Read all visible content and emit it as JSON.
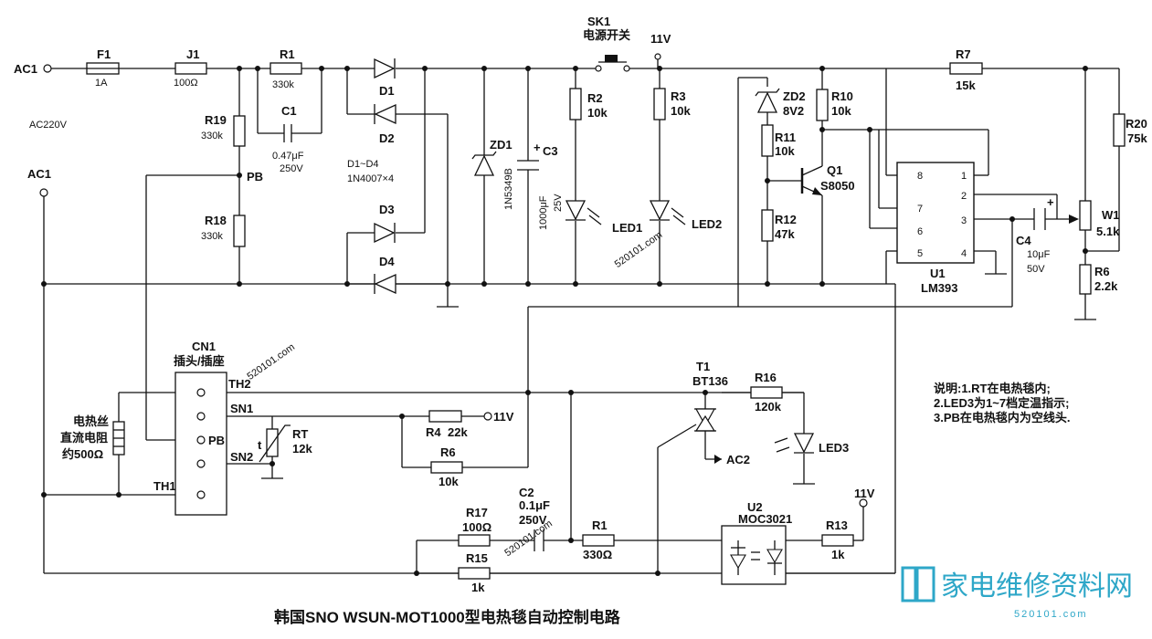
{
  "title": "韩国SNO WSUN-MOT1000型电热毯自动控制电路",
  "supply": {
    "ac1_top": "AC1",
    "ac1_bottom": "AC1",
    "ac_voltage": "AC220V",
    "switch_ref": "SK1",
    "switch_name": "电源开关",
    "v11_top": "11V",
    "v11_mid": "11V",
    "v11_bottom": "11V",
    "ac2": "AC2"
  },
  "parts": {
    "F1": {
      "ref": "F1",
      "value": "1A"
    },
    "J1": {
      "ref": "J1",
      "value": "100Ω"
    },
    "R1": {
      "ref": "R1",
      "value": "330k"
    },
    "C1": {
      "ref": "C1",
      "value1": "0.47μF",
      "value2": "250V"
    },
    "R19": {
      "ref": "R19",
      "value": "330k"
    },
    "PB": {
      "ref": "PB"
    },
    "R18": {
      "ref": "R18",
      "value": "330k"
    },
    "D1": {
      "ref": "D1"
    },
    "D2": {
      "ref": "D2"
    },
    "D3": {
      "ref": "D3"
    },
    "D4": {
      "ref": "D4"
    },
    "Dnote": {
      "line1": "D1~D4",
      "line2": "1N4007×4"
    },
    "ZD1": {
      "ref": "ZD1",
      "value": "1N5349B"
    },
    "C3": {
      "ref": "C3",
      "value1": "1000μF",
      "value2": "25V"
    },
    "R2": {
      "ref": "R2",
      "value": "10k"
    },
    "LED1": {
      "ref": "LED1"
    },
    "R3": {
      "ref": "R3",
      "value": "10k"
    },
    "LED2": {
      "ref": "LED2"
    },
    "ZD2": {
      "ref": "ZD2",
      "value": "8V2"
    },
    "R11": {
      "ref": "R11",
      "value": "10k"
    },
    "R12": {
      "ref": "R12",
      "value": "47k"
    },
    "R10": {
      "ref": "R10",
      "value": "10k"
    },
    "Q1": {
      "ref": "Q1",
      "value": "S8050"
    },
    "R7": {
      "ref": "R7",
      "value": "15k"
    },
    "R20": {
      "ref": "R20",
      "value": "75k"
    },
    "W1": {
      "ref": "W1",
      "value": "5.1k"
    },
    "R6a": {
      "ref": "R6",
      "value": "2.2k"
    },
    "C4": {
      "ref": "C4",
      "value1": "10μF",
      "value2": "50V"
    },
    "U1": {
      "ref": "U1",
      "value": "LM393",
      "pins": [
        "8",
        "1",
        "2",
        "3",
        "7",
        "6",
        "5",
        "4"
      ]
    },
    "CN1": {
      "ref": "CN1",
      "name": "插头/插座",
      "pins": [
        "TH2",
        "SN1",
        "PB",
        "SN2",
        "TH1"
      ]
    },
    "heater": {
      "line1": "电热丝",
      "line2": "直流电阻",
      "line3": "约500Ω"
    },
    "RT": {
      "ref": "RT",
      "value": "12k",
      "sym": "t"
    },
    "R4": {
      "ref": "R4",
      "value": "22k"
    },
    "R6b": {
      "ref": "R6",
      "value": "10k"
    },
    "T1": {
      "ref": "T1",
      "value": "BT136"
    },
    "R16": {
      "ref": "R16",
      "value": "120k"
    },
    "LED3": {
      "ref": "LED3"
    },
    "C2": {
      "ref": "C2",
      "value1": "0.1μF",
      "value2": "250V"
    },
    "R17": {
      "ref": "R17",
      "value": "100Ω"
    },
    "R15": {
      "ref": "R15",
      "value": "1k"
    },
    "R1b": {
      "ref": "R1",
      "value": "330Ω"
    },
    "U2": {
      "ref": "U2",
      "value": "MOC3021"
    },
    "R13": {
      "ref": "R13",
      "value": "1k"
    }
  },
  "notes": [
    "说明:1.RT在电热毯内;",
    "2.LED3为1~7档定温指示;",
    "3.PB在电热毯内为空线头."
  ],
  "logo": {
    "text": "家电维修资料网",
    "url": "520101.com"
  }
}
